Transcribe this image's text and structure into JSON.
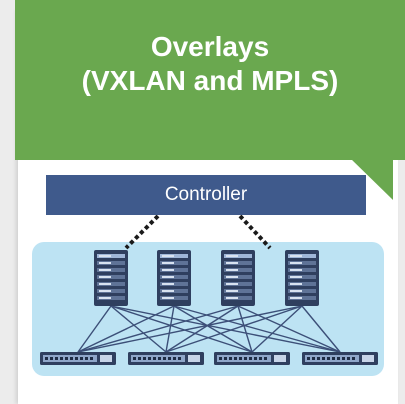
{
  "banner": {
    "title_line1": "Overlays",
    "title_line2": "(VXLAN and MPLS)",
    "color": "#6aa84f"
  },
  "controller": {
    "label": "Controller",
    "color": "#3f5a8c"
  },
  "fabric": {
    "background": "#bde3f3",
    "spine_count": 4,
    "leaf_count": 4
  }
}
